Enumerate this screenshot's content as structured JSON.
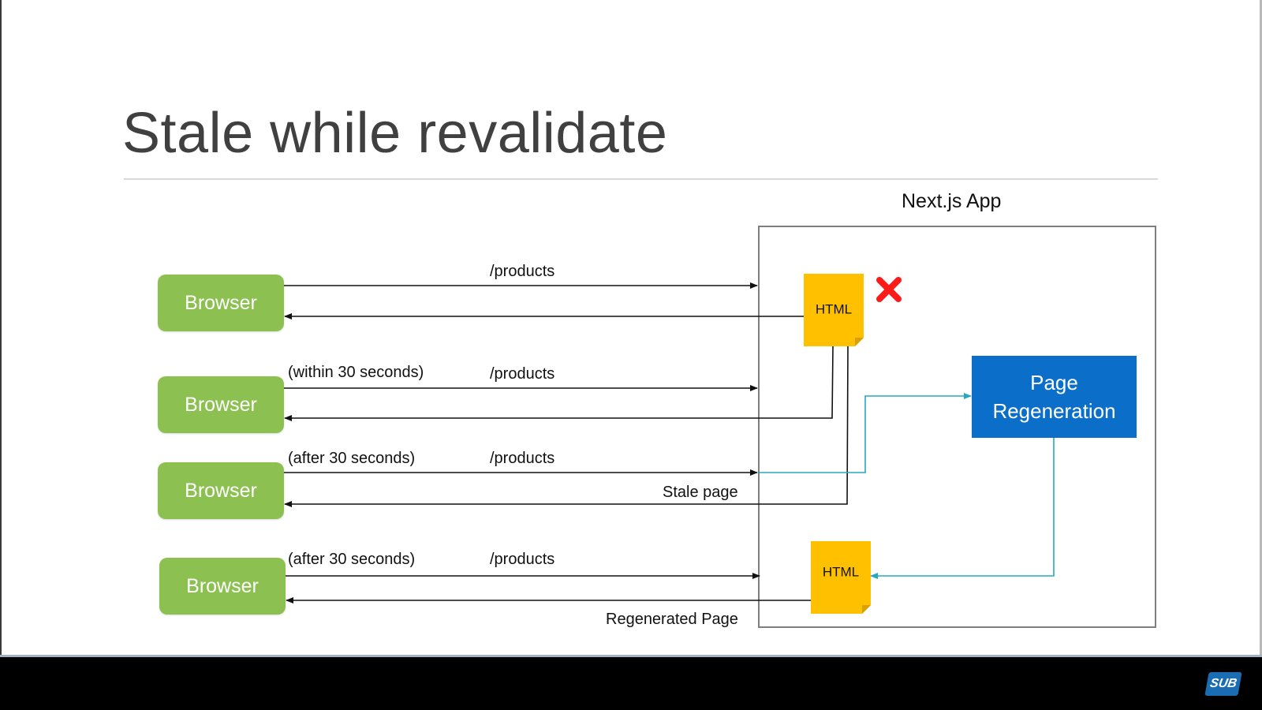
{
  "slide": {
    "title": "Stale while revalidate"
  },
  "app": {
    "label": "Next.js App"
  },
  "browsers": [
    {
      "label": "Browser"
    },
    {
      "label": "Browser"
    },
    {
      "label": "Browser"
    },
    {
      "label": "Browser"
    }
  ],
  "requests": [
    {
      "route": "/products",
      "note": ""
    },
    {
      "route": "/products",
      "note": "(within 30 seconds)"
    },
    {
      "route": "/products",
      "note": "(after 30 seconds)"
    },
    {
      "route": "/products",
      "note": "(after 30 seconds)"
    }
  ],
  "responses": {
    "stale": "Stale page",
    "regenerated": "Regenerated Page"
  },
  "html_docs": [
    {
      "label": "HTML",
      "invalidated": true
    },
    {
      "label": "HTML",
      "invalidated": false
    }
  ],
  "regeneration": {
    "line1": "Page",
    "line2": "Regeneration"
  },
  "footer": {
    "badge": "SUB"
  },
  "colors": {
    "browser": "#8cc152",
    "html_doc": "#ffc000",
    "regeneration": "#0b6fc9",
    "regeneration_flow": "#2aa7c0",
    "invalid_mark": "#ff1a1a"
  }
}
